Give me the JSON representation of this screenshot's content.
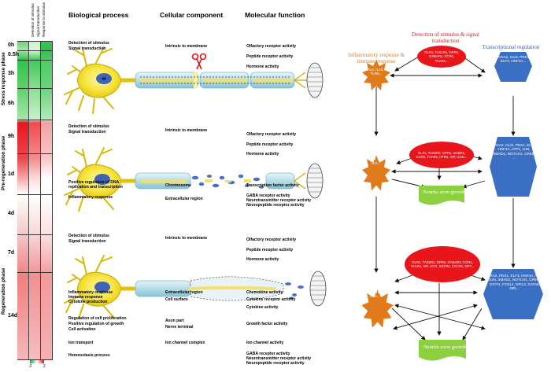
{
  "heatmap": {
    "column_headers": [
      "Detection of stimulus",
      "Signal transduction",
      "Response to stimulus"
    ],
    "times": [
      "0h",
      "0.5h",
      "3h",
      "6h",
      "9h",
      "1d",
      "4d",
      "7d",
      "14d"
    ],
    "phases": [
      "Stress response phase",
      "Pre-regeneration phase",
      "Regeneration phase"
    ],
    "scale": {
      "min": "-2",
      "max": "2",
      "low_color": "#00b050",
      "high_color": "#e8151b"
    }
  },
  "headers": {
    "bp": "Biological process",
    "cc": "Cellular component",
    "mf": "Molecular function"
  },
  "panel1": {
    "bp": [
      "Detection of stimulus",
      "Signal transduction"
    ],
    "cc": [
      "Intrinsic to membrane"
    ],
    "mf": [
      "Olfactory receptor activity",
      "Peptide receptor activity",
      "Hormone activity"
    ]
  },
  "panel2": {
    "bp_top": [
      "Detection of stimulus",
      "Signal transduction"
    ],
    "bp_mid": [
      "Positive regulation of DNA",
      "replication and transcription"
    ],
    "bp_low": [
      "Inflammatory response"
    ],
    "cc_top": [
      "Intrinsic to membrane"
    ],
    "cc_mid": [
      "Chromosome"
    ],
    "cc_low": [
      "Extracellular region"
    ],
    "mf_top": [
      "Olfactory receptor activity",
      "Peptide receptor activity",
      "Hormone activity"
    ],
    "mf_mid": [
      "Transcription factor activity"
    ],
    "mf_low": [
      "GABA receptor activity",
      "Neurotransmitter receptor activity",
      "Neuropeptide receptor activity"
    ]
  },
  "panel3": {
    "bp_top": [
      "Detection of stimulus",
      "Signal transduction"
    ],
    "cc_top": [
      "Intrinsic to membrane"
    ],
    "mf_top": [
      "Olfactory receptor activity",
      "Peptide receptor activity",
      "Hormone activity"
    ],
    "bp_a": [
      "Inflammatory response",
      "Immune response",
      "Cytokine production"
    ],
    "cc_a": [
      "Extracellular region",
      "Cell surface"
    ],
    "mf_a": [
      "Chemokine activity",
      "Cytokine receptor activity",
      "Cytokine activity"
    ],
    "bp_b": [
      "Regulation of cell proliferation",
      "Positive regulation of growth",
      "Cell activation"
    ],
    "cc_b": [
      "Axon part",
      "Nerve terminal"
    ],
    "mf_b": [
      "Growth factor activity"
    ],
    "bp_c": [
      "Ion transport"
    ],
    "cc_c": [
      "Ion channel complex"
    ],
    "mf_c": [
      "Ion channel activity"
    ],
    "bp_d": [
      "Homeostasis process"
    ],
    "mf_d": [
      "GABA receptor activity",
      "Neurotransmitter receptor activity",
      "Neuropeptide receptor activity"
    ]
  },
  "network": {
    "title_red": "Detection of stimulus & signal transduction",
    "title_orange": "Inflammatory response & immune response",
    "title_blue": "Transcriptional regulation",
    "n1_red": "OLRs, TAS1Rs, GPRs, GABARs, CCRs, TAARs...",
    "n1_orange": "IL6, IL1b, TLR9...",
    "n1_blue": "FOXA2, GLI2, PDX1, ELF3, HNF4A...",
    "n2_red": "OLFs, TAS2Rs, GPRs, GABRs, CCRs, TAARs, HTRs, VIP, UCN...",
    "n2_orange": "IL6, IL1b, TLR9, IL1a, S1L...",
    "n2_blue": "FOXA2, GLI2, PDX1, ELF3, HNF4A, ATF3, JUN, SMAD1, NOTCH1, CREM ...",
    "n2_green": "Neurite axon growth",
    "n3_red": "OLRs, TAS2Rs, GPRs, GABARs, CCRs, TAARs, VIP, UCN, SSTRs, CXCRs, NPY...",
    "n3_orange": "IL6, IL10, IL1a, IL1b, IL6, CCL2, CCRs, TLRs, CDs...",
    "n3_blue": "FOXA2, PDX1, ELF3, HNF4A, ATF3, JUN, SMAD1, NOTCH1, CREM, STAT4, FOSL1, NFIL3, GATA6, NRL...",
    "n3_green": "Neurite axon growth"
  }
}
